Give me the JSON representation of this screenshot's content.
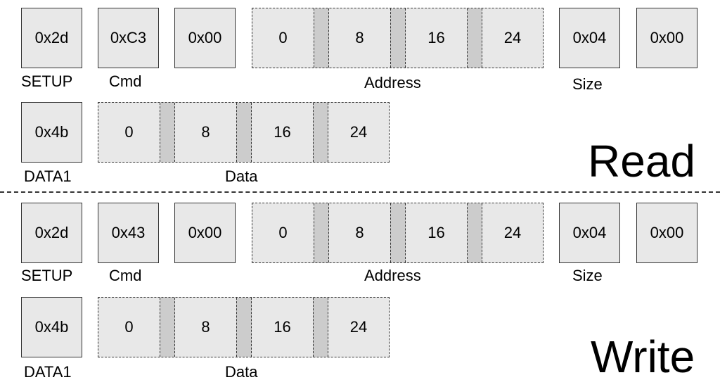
{
  "read": {
    "title": "Read",
    "setup": {
      "value": "0x2d",
      "label": "SETUP"
    },
    "cmd": {
      "value": "0xC3",
      "label": "Cmd"
    },
    "zero": {
      "value": "0x00"
    },
    "address": {
      "segments": [
        "0",
        "8",
        "16",
        "24"
      ],
      "label": "Address"
    },
    "size": {
      "value": "0x04",
      "label": "Size"
    },
    "tail": {
      "value": "0x00"
    },
    "data1": {
      "value": "0x4b",
      "label": "DATA1"
    },
    "data": {
      "segments": [
        "0",
        "8",
        "16",
        "24"
      ],
      "label": "Data"
    }
  },
  "write": {
    "title": "Write",
    "setup": {
      "value": "0x2d",
      "label": "SETUP"
    },
    "cmd": {
      "value": "0x43",
      "label": "Cmd"
    },
    "zero": {
      "value": "0x00"
    },
    "address": {
      "segments": [
        "0",
        "8",
        "16",
        "24"
      ],
      "label": "Address"
    },
    "size": {
      "value": "0x04",
      "label": "Size"
    },
    "tail": {
      "value": "0x00"
    },
    "data1": {
      "value": "0x4b",
      "label": "DATA1"
    },
    "data": {
      "segments": [
        "0",
        "8",
        "16",
        "24"
      ],
      "label": "Data"
    }
  }
}
